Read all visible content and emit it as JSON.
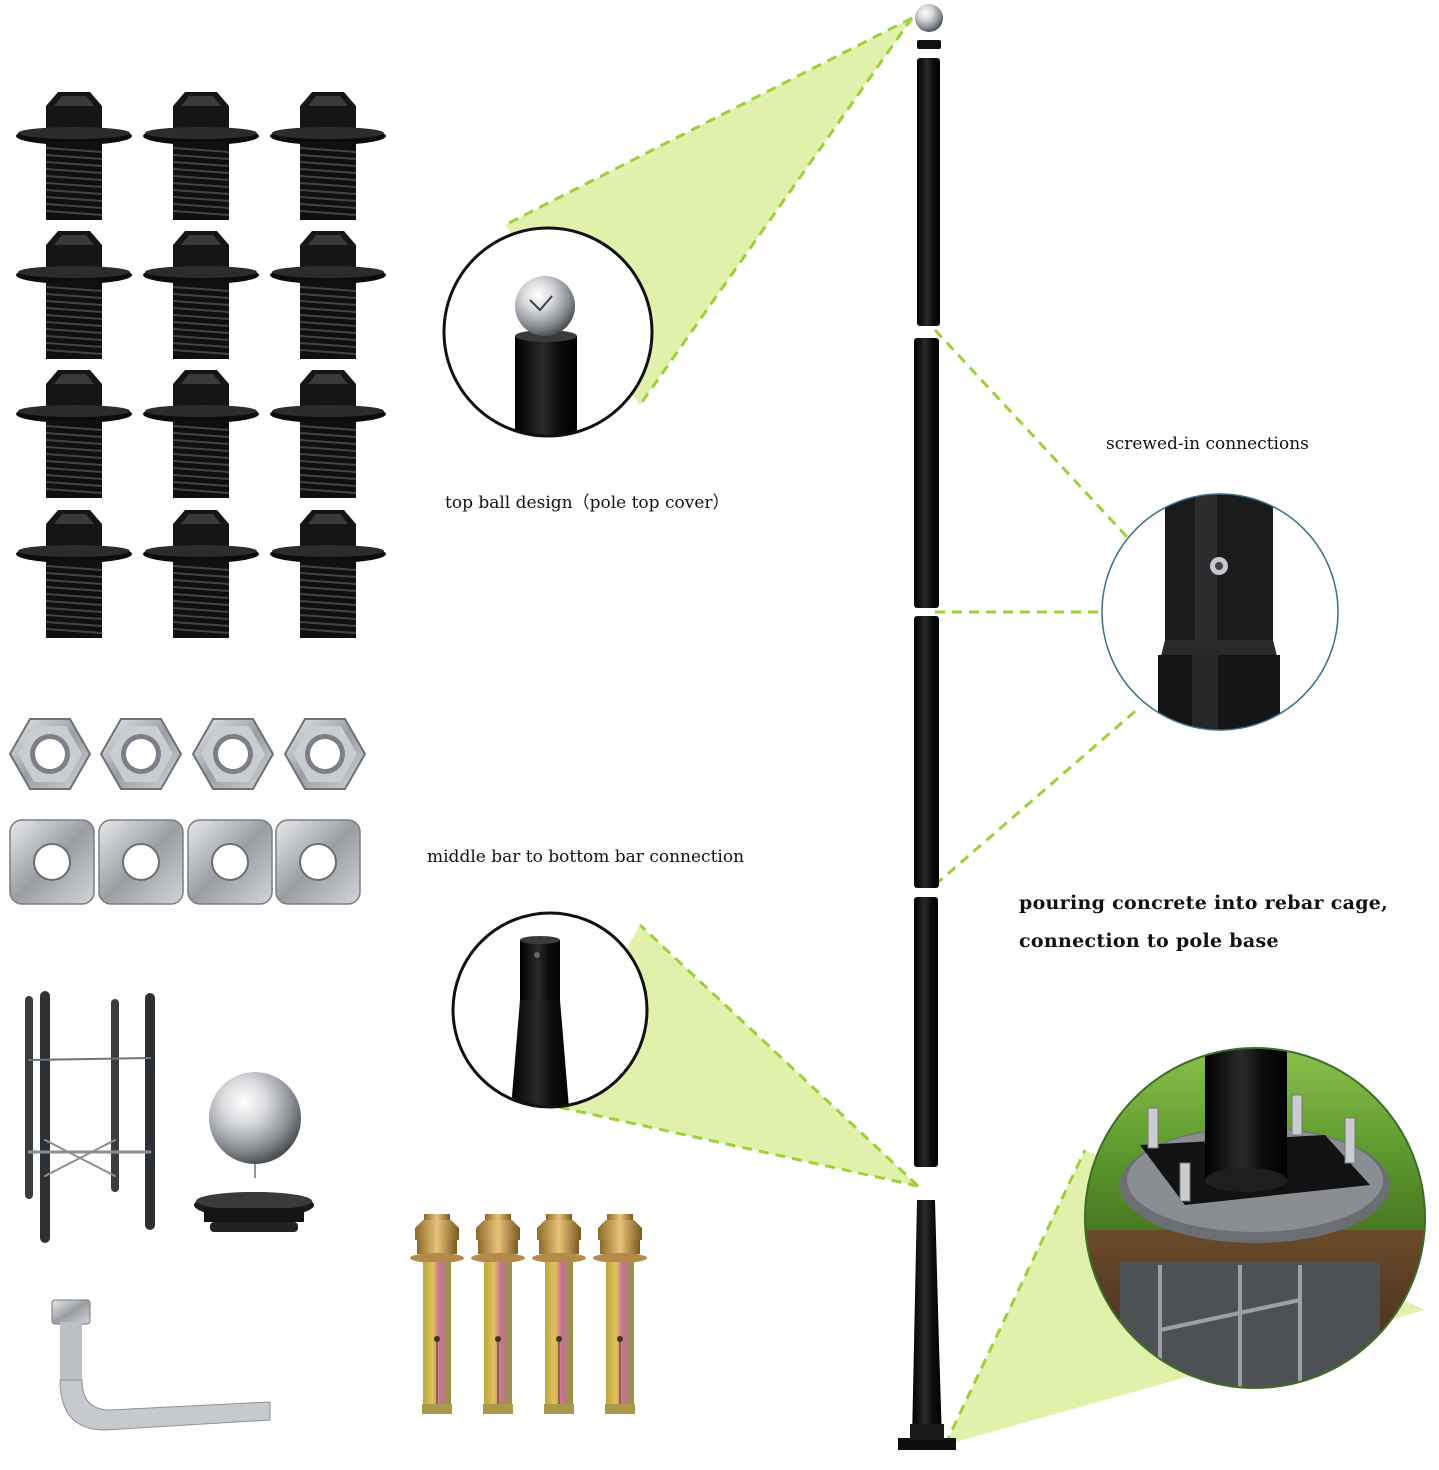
{
  "captions": {
    "top_ball": "top ball design（pole top cover）",
    "screwed": "screwed-in connections",
    "middle_bottom": "middle bar to bottom bar connection",
    "concrete_line1": "pouring concrete into rebar cage,",
    "concrete_line2": "connection to pole base"
  },
  "colors": {
    "highlight": "#dcee9c",
    "dash": "#9cd13a",
    "pole": "#111111",
    "bolt": "#121212",
    "steel": "#b9bdc2"
  },
  "hardware": {
    "hex_bolts_count": 12,
    "hex_nuts_count": 4,
    "square_washers_count": 4,
    "expansion_anchors_count": 4
  }
}
